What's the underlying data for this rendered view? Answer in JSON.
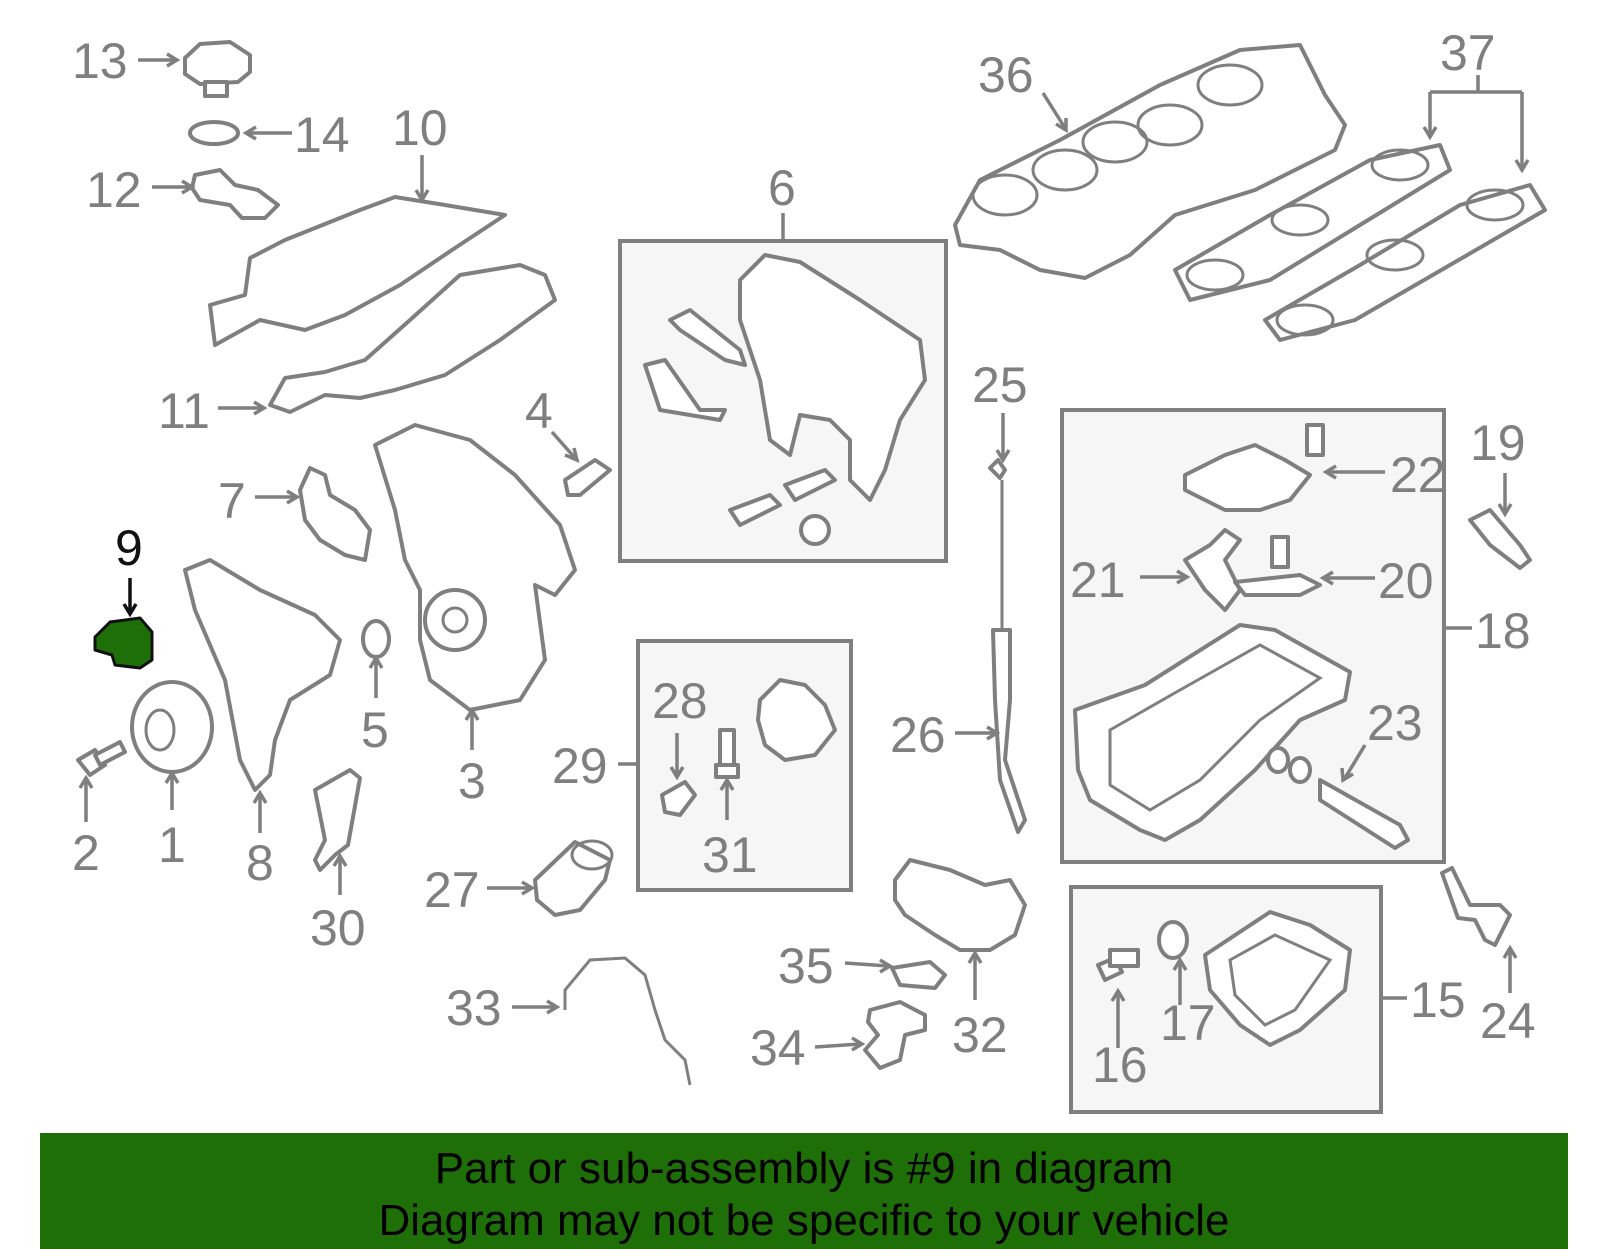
{
  "callouts": {
    "n1": "1",
    "n2": "2",
    "n3": "3",
    "n4": "4",
    "n5": "5",
    "n6": "6",
    "n7": "7",
    "n8": "8",
    "n9": "9",
    "n10": "10",
    "n11": "11",
    "n12": "12",
    "n13": "13",
    "n14": "14",
    "n15": "15",
    "n16": "16",
    "n17": "17",
    "n18": "18",
    "n19": "19",
    "n20": "20",
    "n21": "21",
    "n22": "22",
    "n23": "23",
    "n24": "24",
    "n25": "25",
    "n26": "26",
    "n27": "27",
    "n28": "28",
    "n29": "29",
    "n30": "30",
    "n31": "31",
    "n32": "32",
    "n33": "33",
    "n34": "34",
    "n35": "35",
    "n36": "36",
    "n37": "37"
  },
  "banner": {
    "line1": "Part or sub-assembly is #9 in diagram",
    "line2": "Diagram may not be specific to your vehicle"
  },
  "colors": {
    "line": "#7f7f7f",
    "highlight_part": "#1f6f08",
    "banner_bg": "#1f6f08",
    "box_fill": "#f6f6f6"
  }
}
